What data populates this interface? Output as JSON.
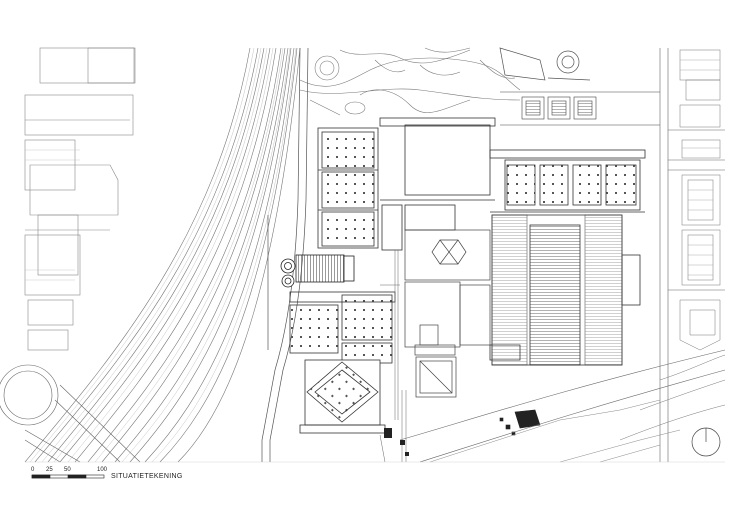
{
  "drawing": {
    "title": "SITUATIETEKENING",
    "scale_labels": [
      "0",
      "25",
      "50",
      "100"
    ]
  }
}
